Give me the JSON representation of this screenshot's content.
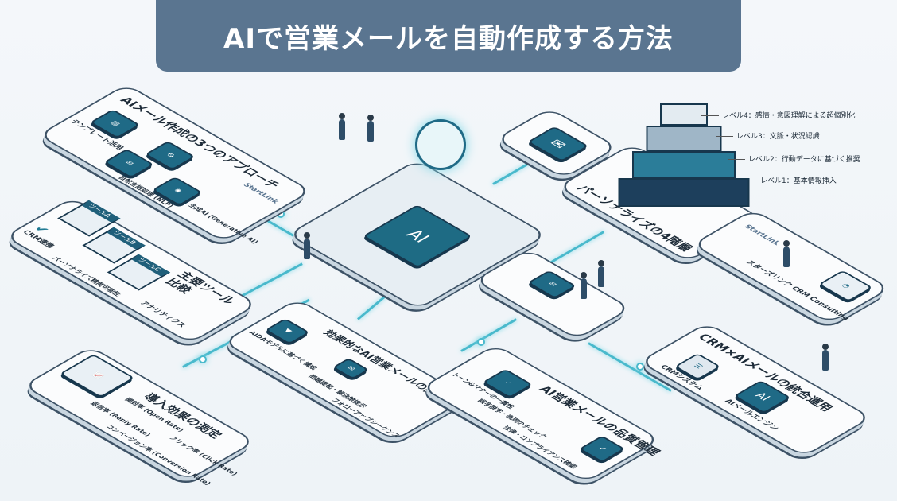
{
  "title": "AIで営業メールを自動作成する方法",
  "approaches": {
    "title": "AIメール作成の3つのアプローチ",
    "items": [
      "テンプレート活用",
      "自然言語処理 (NLP)",
      "生成AI (Generative AI)"
    ],
    "logo": "StartLink"
  },
  "tools": {
    "title": "主要ツール比較",
    "tools": [
      "ツールA",
      "ツールB",
      "ツールC"
    ],
    "criteria": [
      "CRM連携",
      "パーソナライズ精度可能性",
      "アナリティクス"
    ]
  },
  "personalize": {
    "title": "パーソナライズの4階層",
    "levels": [
      "レベル4：感情・意図理解による超個別化",
      "レベル3：文脈・状況認識",
      "レベル2：行動データに基づく推奨",
      "レベル1：基本情報挿入"
    ]
  },
  "consulting": {
    "logo": "StartLink",
    "label": "スターズリンク CRM Consulting"
  },
  "effects": {
    "title": "導入効果の測定",
    "metrics": [
      "開封率 (Open Rate)",
      "クリック率 (Click Rate)",
      "返信率 (Reply Rate)",
      "コンバージョン率 (Conversion Rate)"
    ]
  },
  "design": {
    "title": "効果的なAI営業メールの設計パターン",
    "items": [
      "AIDAモデルに基づく構成",
      "問題提起・解決策提示",
      "フォローアップシーケンス"
    ]
  },
  "quality": {
    "title": "AI営業メールの品質管理",
    "items": [
      "トーン&マナーの一貫性",
      "誤字脱字・表現のチェック",
      "法律・コンプライアンス確認"
    ]
  },
  "crm": {
    "title": "CRM×AIメールの統合運用",
    "system": "CRMシステム",
    "engine": "AIメールエンジン",
    "chip": "AI"
  },
  "center": {
    "chip": "AI"
  },
  "colors": {
    "accent": "#1f6a86",
    "glow": "#49b9cc",
    "title_bg": "#5a7590"
  }
}
